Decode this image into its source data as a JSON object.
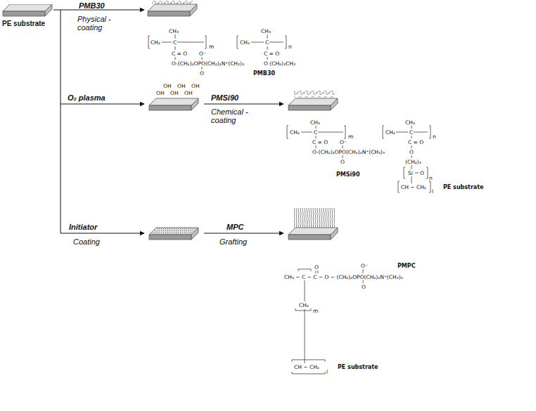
{
  "diagram": {
    "nodes": [
      {
        "text": [
          "PE substrate"
        ]
      }
    ],
    "labels": [
      "PMB30",
      "Physical -coating",
      "CH₃",
      "CH₂",
      "C",
      "m",
      "CH₃",
      "CH₂",
      "C",
      "n",
      "C = O",
      "C = O",
      "O⁻",
      "O-(CH₂)₂OPO(CH₂)₂N⁺(CH₃)₃",
      "O (CH₂)₃CH₃",
      "O",
      "PMB30",
      "O₂ plasma",
      "OH",
      "OH",
      "OH",
      "OH",
      "OH",
      "OH",
      "PMSi90",
      "Chemical -coating",
      "CH₃",
      "CH₂",
      "C",
      "m",
      "CH₃",
      "CH₂",
      "C",
      "n",
      "C = O",
      "O⁻",
      "C = O",
      "O-(CH₂)₂OPO(CH₂)₂N⁺(CH₃)₃",
      "O",
      "O",
      "(CH₂)₃",
      "Si",
      "O",
      "n",
      "PMSi90",
      "CH − CH₂",
      "l",
      "PE substrate",
      "Initiator",
      "Coating",
      "MPC",
      "Grafting",
      "O⁻",
      "PMPC",
      "O",
      "CH₃ − C − C − O − (CH₂)₂OPO(CH₂)₂N⁺(CH₃)₃",
      "O",
      "CH₂",
      "m",
      "CH − CH₂",
      "l",
      "PE substrate"
    ]
  }
}
